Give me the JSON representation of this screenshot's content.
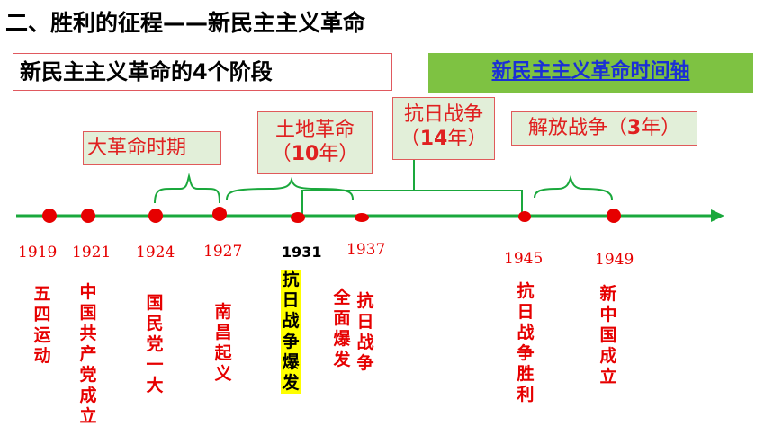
{
  "title": "二、胜利的征程——新民主主义革命",
  "stages_box": "新民主主义革命的4个阶段",
  "timeline_box": "新民主主义革命时间轴",
  "periods": {
    "great": "大革命时期",
    "land_name": "土地革命",
    "land_open": "（",
    "land_num": "10",
    "land_close": "年）",
    "war_name": "抗日战争",
    "war_open": "（",
    "war_num": "14",
    "war_close": "年）",
    "lib_name": "解放战争（",
    "lib_num": "3",
    "lib_close": "年）"
  },
  "years": {
    "y1919": "1919",
    "y1921": "1921",
    "y1924": "1924",
    "y1927": "1927",
    "y1931": "1931",
    "y1937": "1937",
    "y1945": "1945",
    "y1949": "1949"
  },
  "events": {
    "e1919": "五四运动",
    "e1921": "中国共产党成立",
    "e1924": "国民党一大",
    "e1927": "南昌起义",
    "e1931": "抗日战争爆发",
    "e1937a": "全面爆发",
    "e1937b": "抗日战争",
    "e1945": "抗日战争胜利",
    "e1949": "新中国成立"
  },
  "colors": {
    "axis": "#1aa83c",
    "dot": "#e60000",
    "text_red": "#e60000",
    "brace": "#1aa83c",
    "highlight": "#ffff00",
    "timeline_bg": "#7ec242",
    "timeline_text": "#1a2fd6",
    "period_bg": "#e2efd9"
  }
}
